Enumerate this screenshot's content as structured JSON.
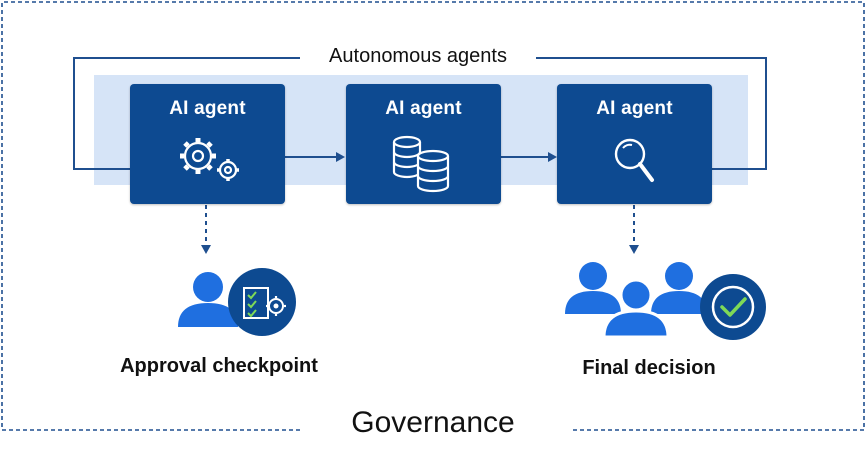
{
  "diagram": {
    "loop_label": "Autonomous agents",
    "agents": [
      {
        "title": "AI agent",
        "icon": "gears-icon"
      },
      {
        "title": "AI agent",
        "icon": "database-icon"
      },
      {
        "title": "AI agent",
        "icon": "magnifier-icon"
      }
    ],
    "checkpoints": [
      {
        "label": "Approval checkpoint",
        "icon": "person-checklist-icon"
      },
      {
        "label": "Final decision",
        "icon": "group-checkmark-icon"
      }
    ],
    "frame_label": "Governance",
    "colors": {
      "agent_fill": "#0d4a91",
      "band_fill": "#d6e4f7",
      "person_fill": "#1f6fe0",
      "badge_fill": "#0d4a91",
      "badge_accent": "#7ed957",
      "line": "#1f4f8f",
      "dashed_frame": "#1f4f8f"
    }
  }
}
